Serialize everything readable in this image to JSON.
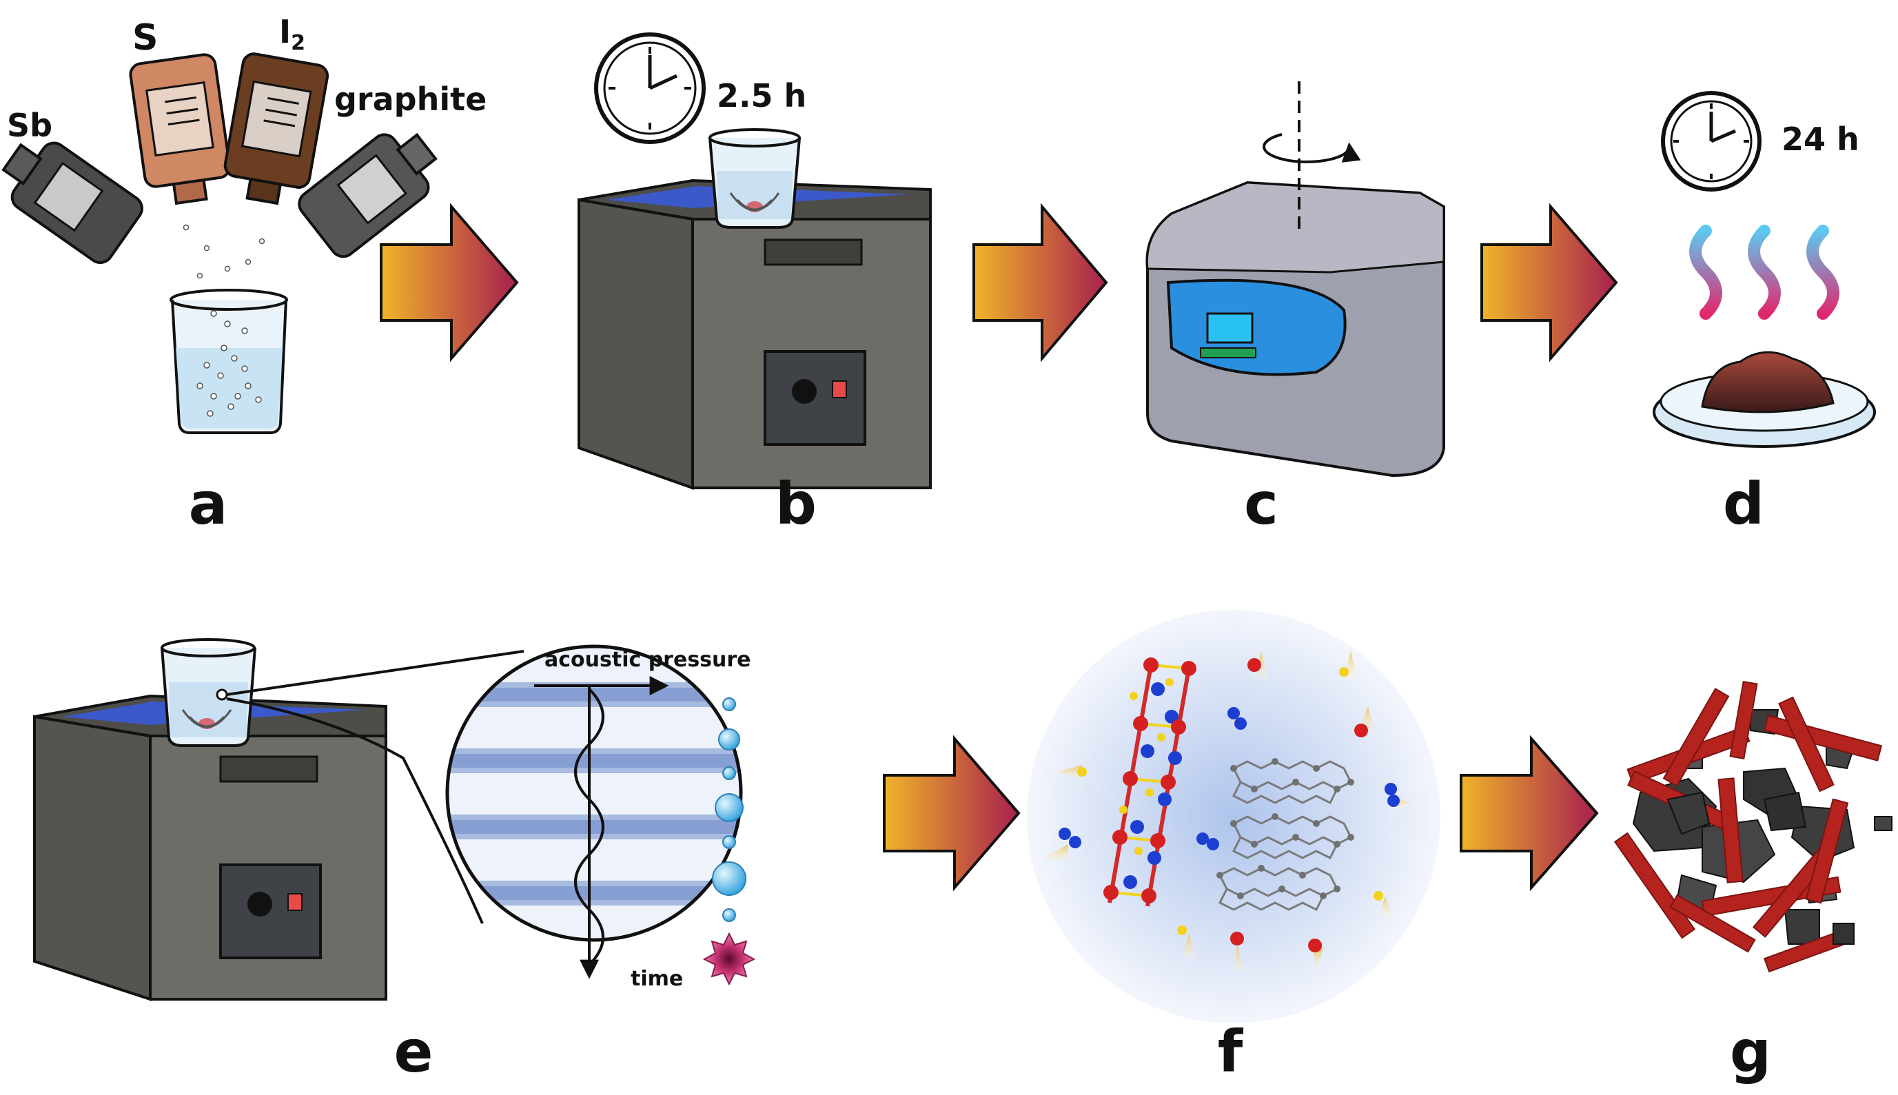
{
  "reagents": {
    "sb": "Sb",
    "s": "S",
    "i2_base": "I",
    "i2_sub": "2",
    "graphite": "graphite"
  },
  "steps": {
    "b_time": "2.5 h",
    "d_time": "24 h"
  },
  "cavitation": {
    "pressure_label": "acoustic pressure",
    "time_label": "time"
  },
  "panels": {
    "a": "a",
    "b": "b",
    "c": "c",
    "d": "d",
    "e": "e",
    "f": "f",
    "g": "g"
  },
  "colors": {
    "arrow_start": "#f0b429",
    "arrow_end": "#a8204e",
    "bath_body": "#6d6c66",
    "water": "#3b59c9",
    "centrifuge": "#9fa0ae",
    "screen": "#2b8fe0",
    "sulfur": "#f2d21c",
    "antimony": "#d42020",
    "iodine": "#1d3fd1",
    "graphite": "#707070",
    "rods": "#b5231f"
  }
}
